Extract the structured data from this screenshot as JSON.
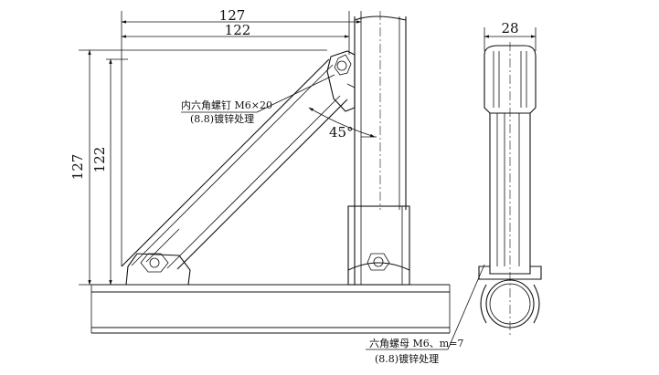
{
  "drawing": {
    "dimensions": {
      "overall_width": "127",
      "inner_width": "122",
      "overall_height": "127",
      "inner_height": "122",
      "side_width": "28",
      "angle": "45°"
    },
    "notes": {
      "screw_line1": "内六角螺钉 M6×20",
      "screw_line2": "(8.8)镀锌处理",
      "nut_line1": "六角螺母 M6、m=7",
      "nut_line2": "(8.8)镀锌处理"
    }
  }
}
